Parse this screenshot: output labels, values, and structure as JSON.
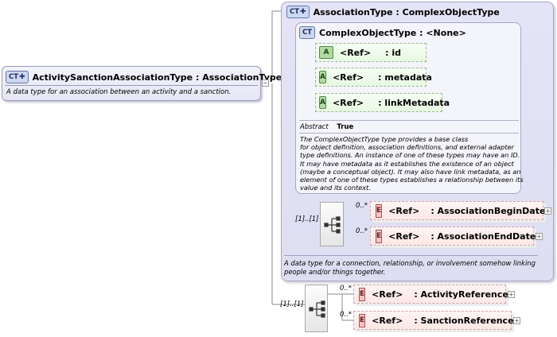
{
  "main_type": {
    "badge": "CT",
    "title": "ActivitySanctionAssociationType : AssociationType",
    "description": "A data type for an association between an activity and a sanction."
  },
  "association_type": {
    "badge": "CT",
    "title": "AssociationType : ComplexObjectType",
    "description": "A data type for a connection, relationship, or involvement somehow linking\npeople and/or things together.",
    "sequence_cardinality": "[1]..[1]",
    "elements": [
      {
        "badge": "E",
        "ref": "<Ref>",
        "name": ": AssociationBeginDate",
        "cardinality": "0..*"
      },
      {
        "badge": "E",
        "ref": "<Ref>",
        "name": ": AssociationEndDate",
        "cardinality": "0..*"
      }
    ]
  },
  "complex_object_type": {
    "badge": "CT",
    "title": "ComplexObjectType : <None>",
    "attributes": [
      {
        "badge": "A",
        "ref": "<Ref>",
        "name": ": id"
      },
      {
        "badge": "A",
        "ref": "<Ref>",
        "name": ": metadata"
      },
      {
        "badge": "A",
        "ref": "<Ref>",
        "name": ": linkMetadata"
      }
    ],
    "abstract_label": "Abstract",
    "abstract_value": "True",
    "description": "The ComplexObjectType type provides a base class\nfor object definition, association definitions, and external adapter\ntype definitions. An instance of one of these types may have an ID.\nIt may have metadata as it establishes the existence of an object\n(maybe a conceptual object). It may also have link metadata, as an\nelement of one of these types establishes a relationship between its\nvalue and its context."
  },
  "main_sequence": {
    "cardinality": "[1]..[1]",
    "elements": [
      {
        "badge": "E",
        "ref": "<Ref>",
        "name": ": ActivityReference",
        "cardinality": "0..*"
      },
      {
        "badge": "E",
        "ref": "<Ref>",
        "name": ": SanctionReference",
        "cardinality": "0..*"
      }
    ]
  },
  "icons": {
    "collapse": "collapse-minus-icon",
    "expand": "expand-plus-icon",
    "sequence": "sequence-compositor-icon"
  },
  "colors": {
    "complex_type_fill": "#e4e4f6",
    "attribute_fill": "#e8f8e2",
    "element_fill": "#fde6e6"
  }
}
